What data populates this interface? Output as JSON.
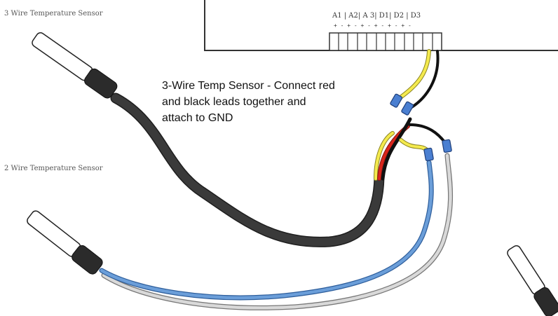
{
  "labels": {
    "three_wire_title": "3 Wire Temperature Sensor",
    "two_wire_title": "2 Wire Temperature Sensor"
  },
  "terminal_block": {
    "header": "A1 | A2| A 3| D1| D2 | D3",
    "polarity": "+ -  + -  + -  + -  + -  + -"
  },
  "note": {
    "line1": "3-Wire Temp Sensor - Connect red",
    "line2": "and black leads together and",
    "line3": "attach to GND"
  },
  "colors": {
    "black_cable": "#2f2f2f",
    "blue_wire": "#5b8fcf",
    "white_wire": "#c8c8c8",
    "yellow_wire": "#f2e84a",
    "red_wire": "#d9261c",
    "connector_blue": "#4a7fd1",
    "probe_tip": "#ffffff"
  }
}
